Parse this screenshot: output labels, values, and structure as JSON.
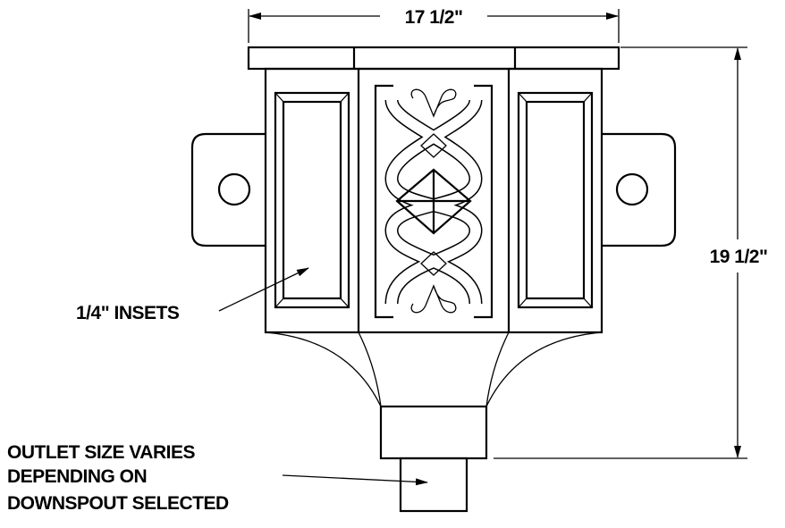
{
  "dimensions": {
    "width_label": "17 1/2\"",
    "height_label": "19 1/2\""
  },
  "annotations": {
    "insets_label": "1/4\" INSETS",
    "outlet_note": [
      "OUTLET SIZE VARIES",
      "DEPENDING ON",
      "DOWNSPOUT SELECTED"
    ]
  },
  "colors": {
    "line": "#000000",
    "background": "#ffffff"
  }
}
